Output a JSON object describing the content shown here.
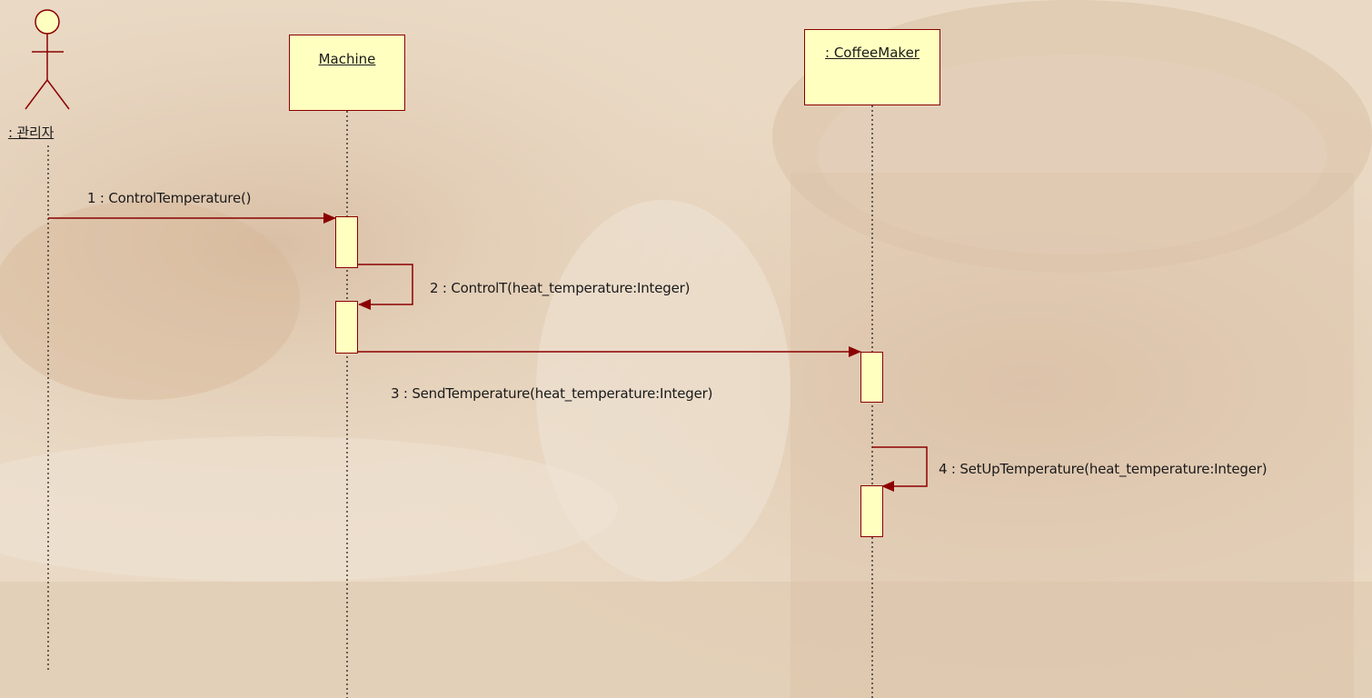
{
  "actor": {
    "label": ": 관리자"
  },
  "objects": [
    {
      "label": "Machine"
    },
    {
      "label": ": CoffeeMaker"
    }
  ],
  "messages": [
    {
      "label": "1 : ControlTemperature()"
    },
    {
      "label": "2 : ControlT(heat_temperature:Integer)"
    },
    {
      "label": "3 : SendTemperature(heat_temperature:Integer)"
    },
    {
      "label": "4 : SetUpTemperature(heat_temperature:Integer)"
    }
  ],
  "colors": {
    "line": "#8b0000",
    "box_fill": "#ffffc0"
  }
}
